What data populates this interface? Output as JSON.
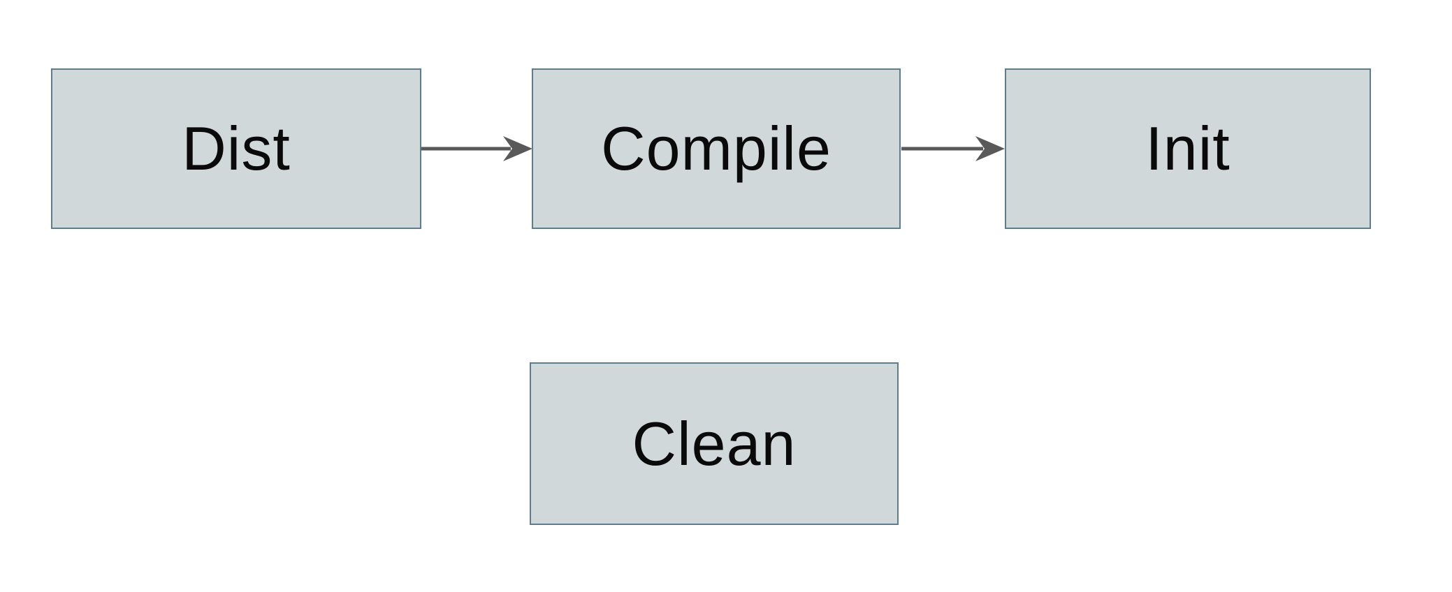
{
  "colors": {
    "background": "#ffffff",
    "node-fill": "#d0d8da",
    "node-border": "#5f7c8c",
    "arrow": "#595959",
    "text": "#0a0a0a"
  },
  "diagram": {
    "type": "flowchart",
    "nodes": [
      {
        "id": "dist",
        "label": "Dist"
      },
      {
        "id": "compile",
        "label": "Compile"
      },
      {
        "id": "init",
        "label": "Init"
      },
      {
        "id": "clean",
        "label": "Clean"
      }
    ],
    "edges": [
      {
        "from": "dist",
        "to": "compile",
        "direction": "right",
        "style": "solid-arrow"
      },
      {
        "from": "compile",
        "to": "init",
        "direction": "right",
        "style": "solid-arrow"
      }
    ]
  }
}
